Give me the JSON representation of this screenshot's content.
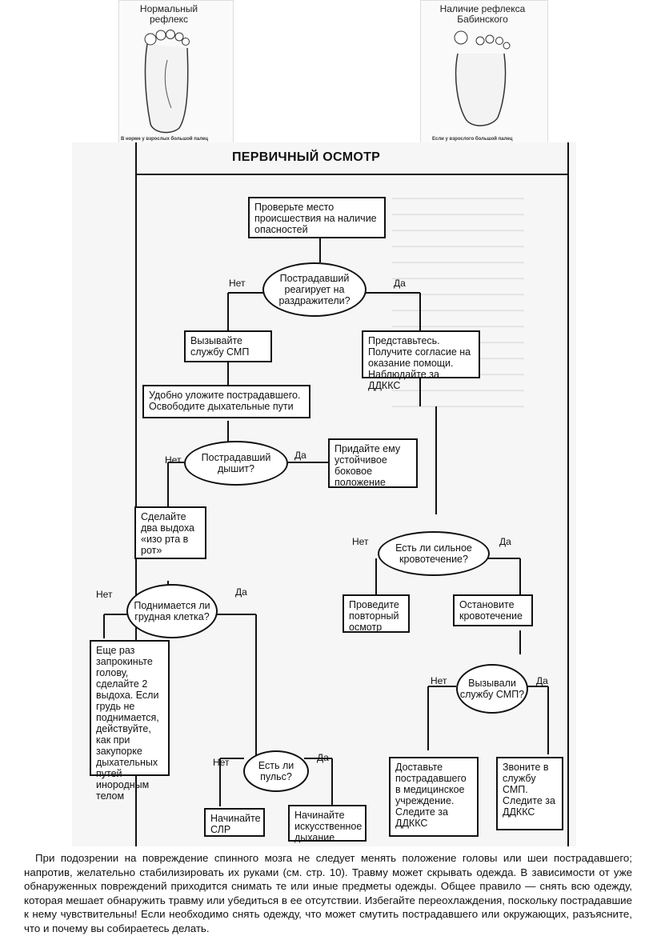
{
  "top_left": {
    "caption": "Нормальный рефлекс",
    "note": "В норме у взрослых большой палец"
  },
  "top_right": {
    "caption": "Наличие рефлекса Бабинского",
    "note": "Если у взрослого большой палец"
  },
  "chart": {
    "title": "ПЕРВИЧНЫЙ ОСМОТР",
    "check_scene": "Проверьте место происшествия на наличие опасностей",
    "q_responds": "Пострадавший реагирует на раздражители?",
    "call_ems": "Вызывайте службу СМП",
    "introduce": "Представьтесь. Получите согласие на оказание помощи. Наблюдайте за ДДККС",
    "lay_down": "Удобно уложите пострадавшего. Освободите дыхательные пути",
    "q_breathing": "Пострадавший дышит?",
    "recovery": "Придайте ему устойчивое боковое положение",
    "two_breaths": "Сделайте два выдоха «изо рта в рот»",
    "q_bleeding": "Есть ли сильное кровотечение?",
    "q_chest": "Поднимается ли грудная клетка?",
    "repeat_exam": "Проведите повторный осмотр",
    "stop_bleeding": "Остановите кровотечение",
    "tilt_again": "Еще раз запрокиньте голову, сделайте 2 выдоха. Если грудь не поднимается, действуйте, как при закупорке дыхательных путей инородным телом",
    "q_ems_called": "Вызывали службу СМП?",
    "q_pulse": "Есть ли пульс?",
    "deliver": "Доставьте пострадавшего в медицинское учреждение. Следите за ДДККС",
    "call_ems2": "Звоните в службу СМП. Следите за ДДККС",
    "cpr": "Начинайте СЛР",
    "rescue_breathing": "Начинайте искусственное дыхание",
    "no": "Нет",
    "yes": "Да"
  },
  "paragraph": "При подозрении на повреждение спинного мозга не следует менять положение головы или шеи пострадавшего; напротив, желательно стабилизировать их руками (см. стр. 10). Травму может скрывать одежда. В зависимости от уже обнаруженных повреждений приходится снимать те или иные предметы одежды. Общее правило — снять всю одежду, которая мешает обнаружить травму или убедиться в ее отсутствии. Избегайте переохлаждения, поскольку пострадавшие к нему чувствительны! Если необходимо снять одежду, что может смутить пострадавшего или окружающих, разъясните, что и почему вы собираетесь делать."
}
